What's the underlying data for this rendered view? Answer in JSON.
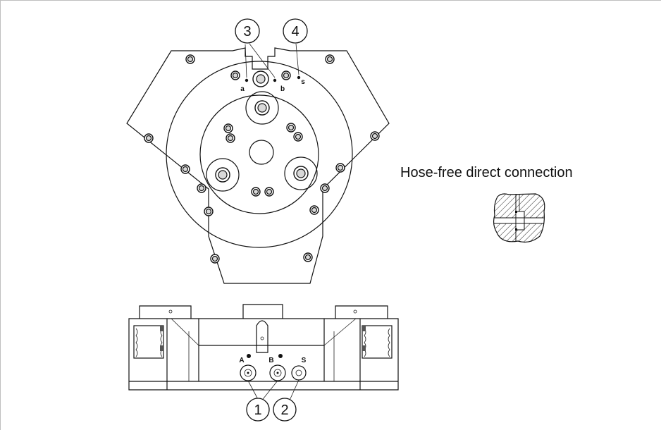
{
  "caption": "Hose-free direct connection",
  "callouts": [
    "1",
    "2",
    "3",
    "4"
  ],
  "top_ports": [
    "a",
    "b",
    "s"
  ],
  "side_ports": [
    "A",
    "B",
    "S"
  ]
}
